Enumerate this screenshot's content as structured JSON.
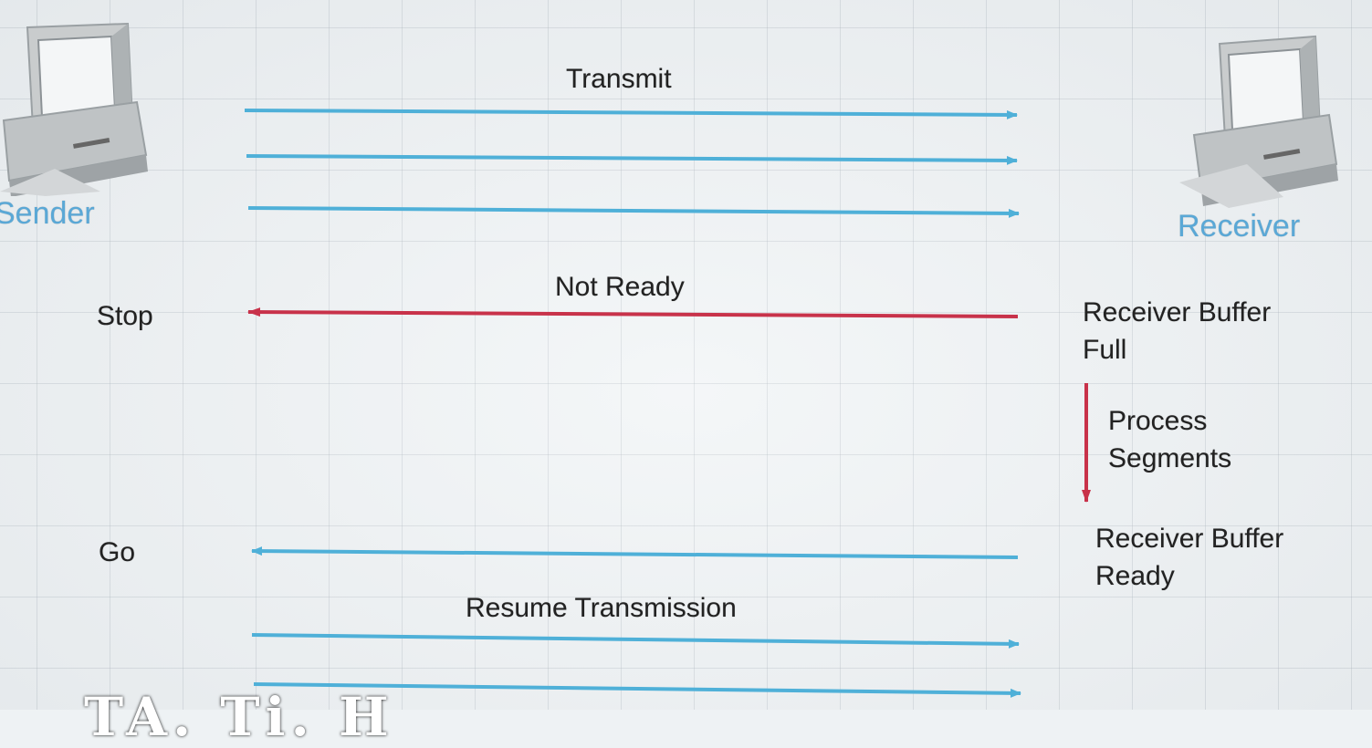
{
  "colors": {
    "data_flow": "#4fb0d8",
    "stop_signal": "#c8324a",
    "processing": "#c8324a",
    "node_label": "#5aa8d6"
  },
  "nodes": {
    "sender": {
      "label": "Sender",
      "icon": "desktop-computer-icon"
    },
    "receiver": {
      "label": "Receiver",
      "icon": "desktop-computer-icon"
    }
  },
  "messages": {
    "transmit": "Transmit",
    "not_ready": "Not Ready",
    "resume": "Resume Transmission"
  },
  "states": {
    "stop": "Stop",
    "go": "Go",
    "buffer_full": [
      "Receiver Buffer",
      "Full"
    ],
    "process_segments": [
      "Process",
      "Segments"
    ],
    "buffer_ready": [
      "Receiver Buffer",
      "Ready"
    ]
  },
  "caption_fragment": "TA. Ti. H"
}
